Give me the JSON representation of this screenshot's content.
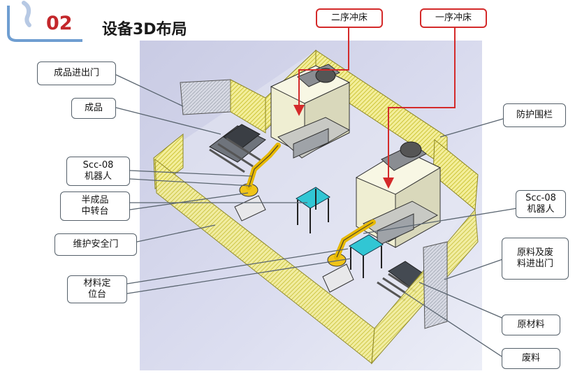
{
  "header": {
    "section_number": "02",
    "title": "设备3D布局"
  },
  "callouts": {
    "press_second": "二序冲床",
    "press_first": "一序冲床",
    "product_door": "成品进出门",
    "product": "成品",
    "guard_fence": "防护围栏",
    "robot_left": "Scc-08\n机器人",
    "semi_transfer": "半成品\n中转台",
    "robot_right": "Scc-08\n机器人",
    "maintenance_door": "维护安全门",
    "raw_waste_door": "原料及废\n料进出门",
    "material_station": "材料定\n位台",
    "raw_material": "原材料",
    "scrap": "废料"
  },
  "colors": {
    "accent_red": "#d42a2a",
    "fence_yellow": "#e8df3a",
    "render_bg": "#d9dbee",
    "robot_yellow": "#e6b800",
    "transfer_cyan": "#31c6d4"
  }
}
